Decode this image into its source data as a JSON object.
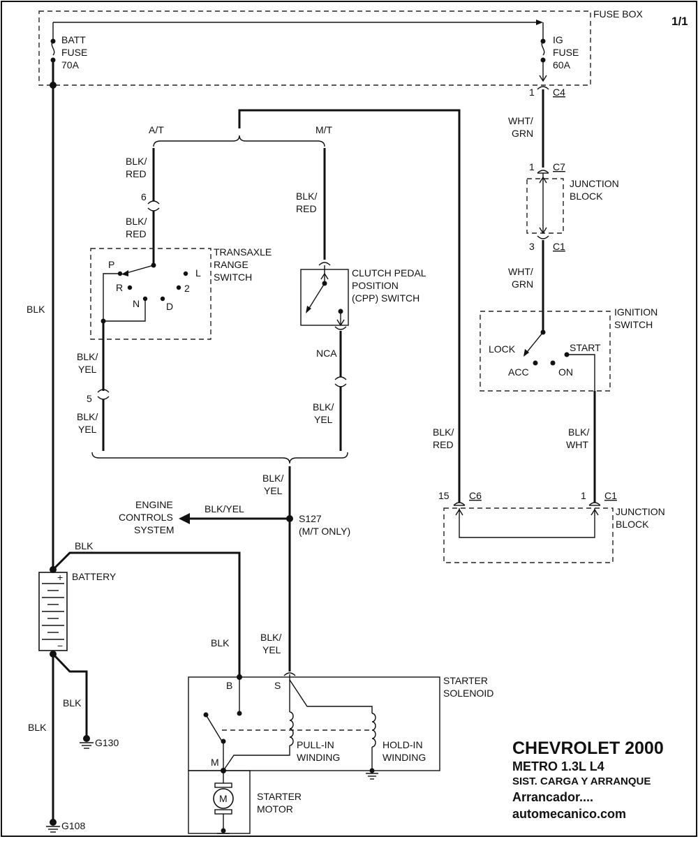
{
  "page_number": "1/1",
  "fuse_box": {
    "label": "FUSE BOX",
    "batt_fuse": [
      "BATT",
      "FUSE",
      "70A"
    ],
    "ig_fuse": [
      "IG",
      "FUSE",
      "60A"
    ]
  },
  "connectors": {
    "c4_pin": "1",
    "c4": "C4",
    "c7_pin": "1",
    "c7": "C7",
    "c1_top_pin": "3",
    "c1_top": "C1",
    "c6_pin": "15",
    "c6": "C6",
    "c1_bottom_pin": "1",
    "c1_bottom": "C1",
    "pin6": "6",
    "pin5": "5"
  },
  "junction_block_top": [
    "JUNCTION",
    "BLOCK"
  ],
  "junction_block_bottom": [
    "JUNCTION",
    "BLOCK"
  ],
  "wires": {
    "wht_grn_1": [
      "WHT/",
      "GRN"
    ],
    "wht_grn_2": [
      "WHT/",
      "GRN"
    ],
    "blk_red_1": [
      "BLK/",
      "RED"
    ],
    "blk_red_2": [
      "BLK/",
      "RED"
    ],
    "blk_red_3": [
      "BLK/",
      "RED"
    ],
    "blk_red_4": [
      "BLK/",
      "RED"
    ],
    "blk_yel_1": [
      "BLK/",
      "YEL"
    ],
    "blk_yel_2": [
      "BLK/",
      "YEL"
    ],
    "blk_yel_3": [
      "BLK/",
      "YEL"
    ],
    "blk_yel_4": [
      "BLK/",
      "YEL"
    ],
    "blk_yel_5": [
      "BLK/",
      "YEL"
    ],
    "blk_yel_inline": "BLK/YEL",
    "blk_wht": [
      "BLK/",
      "WHT"
    ],
    "nca": "NCA",
    "blk_main": "BLK",
    "blk_batt_top": "BLK",
    "blk_b_term": "BLK",
    "blk_g130": "BLK",
    "blk_lower": "BLK"
  },
  "branches": {
    "at": "A/T",
    "mt": "M/T"
  },
  "transaxle_switch": {
    "label": [
      "TRANSAXLE",
      "RANGE",
      "SWITCH"
    ],
    "positions": {
      "p": "P",
      "r": "R",
      "n": "N",
      "d": "D",
      "l": "L",
      "two": "2"
    }
  },
  "cpp_switch": {
    "label": [
      "CLUTCH PEDAL",
      "POSITION",
      "(CPP) SWITCH"
    ]
  },
  "ignition_switch": {
    "label": [
      "IGNITION",
      "SWITCH"
    ],
    "positions": {
      "lock": "LOCK",
      "acc": "ACC",
      "on": "ON",
      "start": "START"
    }
  },
  "engine_controls": [
    "ENGINE",
    "CONTROLS",
    "SYSTEM"
  ],
  "splice": {
    "id": "S127",
    "note": "(M/T ONLY)"
  },
  "battery": {
    "label": "BATTERY",
    "plus": "+",
    "minus": "−"
  },
  "grounds": {
    "g130": "G130",
    "g108": "G108"
  },
  "starter_solenoid": {
    "label": [
      "STARTER",
      "SOLENOID"
    ],
    "b": "B",
    "s": "S",
    "m": "M",
    "pull_in": [
      "PULL-IN",
      "WINDING"
    ],
    "hold_in": [
      "HOLD-IN",
      "WINDING"
    ]
  },
  "starter_motor": {
    "label": [
      "STARTER",
      "MOTOR"
    ],
    "symbol": "M"
  },
  "title_block": {
    "title": "CHEVROLET 2000",
    "model": "METRO  1.3L  L4",
    "system": "SIST. CARGA Y ARRANQUE",
    "section": "Arrancador....",
    "site": "automecanico.com"
  }
}
